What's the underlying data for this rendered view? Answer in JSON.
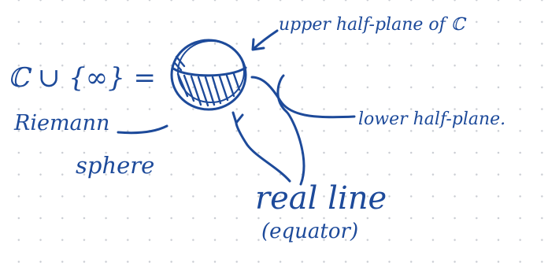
{
  "ink_color": "#1d4a9a",
  "dot_color": "#c9ccd2",
  "labels": {
    "equation": "ℂ ∪ {∞} =",
    "upper": "upper half-plane of ℂ",
    "lower": "lower half-plane.",
    "riemann_line1": "Riemann",
    "riemann_line2": "sphere",
    "real_line": "real line",
    "equator": "(equator)"
  }
}
